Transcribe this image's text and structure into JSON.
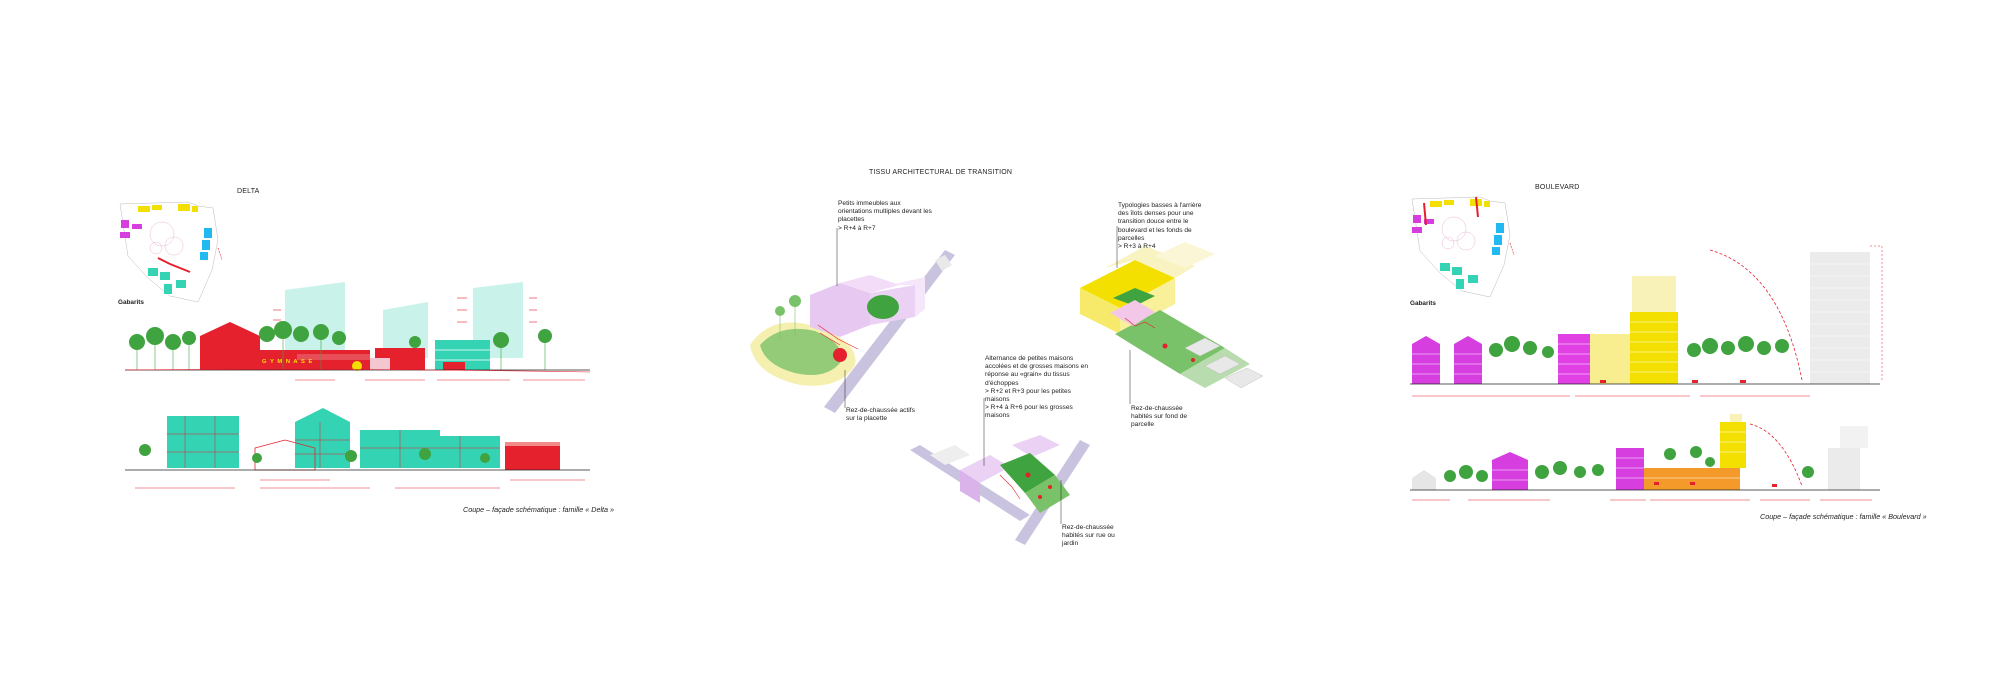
{
  "page_title": "TISSU ARCHITECTURAL DE TRANSITION",
  "delta": {
    "title": "DELTA",
    "place": "Gabarits",
    "gymnase": "G Y M N A S E",
    "caption": "Coupe – façade schématique : famille « Delta »"
  },
  "boulevard": {
    "title": "BOULEVARD",
    "place": "Gabarits",
    "caption": "Coupe – façade schématique : famille « Boulevard »"
  },
  "notes": {
    "petits_immeubles": "Petits immeubles aux orientations multiples devant les placettes\n> R+4 à R+7",
    "rdc_placette": "Rez-de-chaussée actifs\nsur la placette",
    "typologies": "Typologies basses à l'arrière des îlots denses pour une transition douce entre le boulevard et les fonds de parcelles\n> R+3 à R+4",
    "rdc_parcelle": "Rez-de-chaussée\nhabités sur fond de\nparcelle",
    "alternance": "Alternance de petites maisons accolées et de grosses maisons en réponse au «grain» du tissus d'échoppes\n> R+2 et R+3 pour les petites maisons\n> R+4 à R+6 pour les grosses maisons",
    "rdc_rue": "Rez-de-chaussée\nhabités sur rue ou\njardin"
  },
  "colors": {
    "red": "#e5212e",
    "mint": "#34d3b4",
    "pale_mint": "#c9f2ea",
    "magenta": "#d63ee0",
    "yellow": "#f4e000",
    "orange": "#f39a2a",
    "lilac": "#c9c3e0",
    "green": "#3fa33f",
    "pale_yellow": "#f5f0b0",
    "pink": "#f2c7e7"
  }
}
